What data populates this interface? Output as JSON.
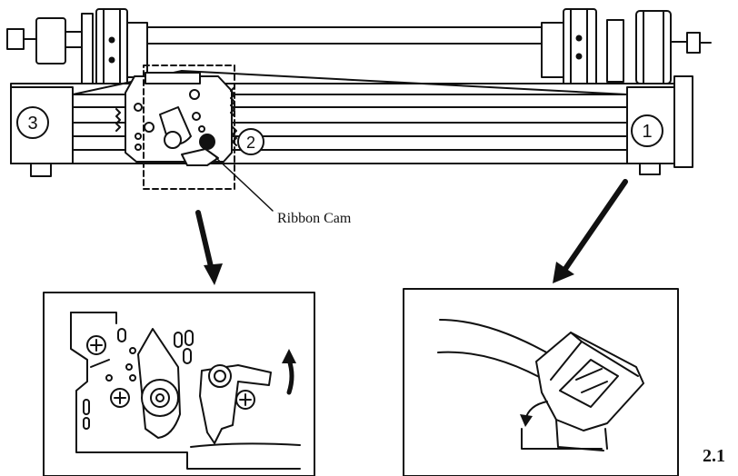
{
  "callouts": {
    "one": "1",
    "two": "2",
    "three": "3"
  },
  "ribbon_cam_label": "Ribbon Cam",
  "figure_number": "2.1",
  "colors": {
    "ink": "#111111",
    "paper": "#ffffff"
  }
}
